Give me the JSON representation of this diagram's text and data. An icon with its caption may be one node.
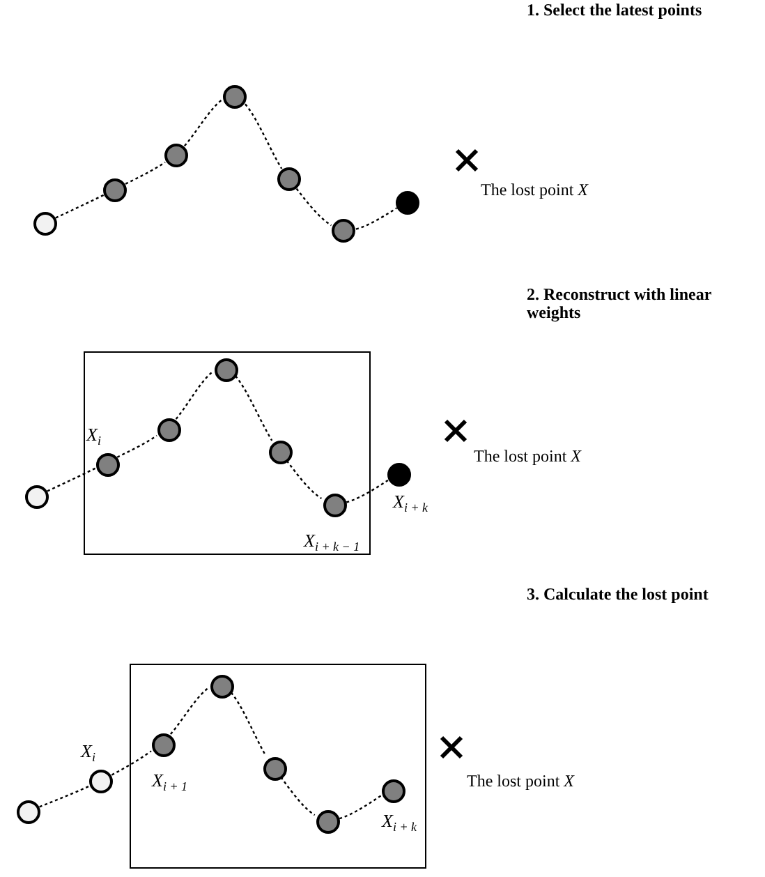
{
  "diagram": {
    "nodes": [
      {
        "text": [],
        "shape": "circle"
      },
      {
        "text": [],
        "shape": "circle"
      },
      {
        "text": [],
        "shape": "circle"
      },
      {
        "text": [],
        "shape": "circle"
      },
      {
        "text": [],
        "shape": "circle"
      },
      {
        "text": [],
        "shape": "circle"
      },
      {
        "text": [],
        "shape": "circle"
      },
      {
        "text": [],
        "shape": "box"
      },
      {
        "text": [],
        "shape": "circle"
      },
      {
        "text": [],
        "shape": "circle",
        "in": 7,
        "beside": [
          "*X*$_{i}$"
        ]
      },
      {
        "text": [],
        "shape": "circle",
        "in": 7
      },
      {
        "text": [],
        "shape": "circle",
        "in": 7
      },
      {
        "text": [],
        "shape": "circle",
        "in": 7
      },
      {
        "text": [],
        "shape": "circle",
        "in": 7,
        "beside": [
          "*X*$_{i + k − 1}$"
        ]
      },
      {
        "text": [],
        "shape": "circle",
        "beside": [
          "*X*$_{i + k}$"
        ]
      },
      {
        "text": [],
        "shape": "box"
      },
      {
        "text": [],
        "shape": "circle"
      },
      {
        "text": [],
        "shape": "circle",
        "beside": [
          "*X*$_{i}$"
        ]
      },
      {
        "text": [],
        "shape": "circle",
        "in": 15,
        "beside": [
          "*X*$_{i + 1}$"
        ]
      },
      {
        "text": [],
        "shape": "circle",
        "in": 15
      },
      {
        "text": [],
        "shape": "circle",
        "in": 15
      },
      {
        "text": [],
        "shape": "circle",
        "in": 15
      },
      {
        "text": [],
        "shape": "circle",
        "in": 15,
        "beside": [
          "*X*$_{i + k}$"
        ]
      }
    ],
    "edges": [
      {
        "from": 0,
        "to": 1,
        "arrow": "none",
        "style": "dashed"
      },
      {
        "from": 1,
        "to": 2,
        "arrow": "none",
        "style": "dashed"
      },
      {
        "from": 2,
        "to": 3,
        "arrow": "none",
        "style": "dashed"
      },
      {
        "from": 3,
        "to": 4,
        "arrow": "none",
        "style": "dashed"
      },
      {
        "from": 4,
        "to": 5,
        "arrow": "none",
        "style": "dashed"
      },
      {
        "from": 5,
        "to": 6,
        "arrow": "none",
        "style": "dashed"
      },
      {
        "from": 8,
        "to": 9,
        "arrow": "none",
        "style": "dashed"
      },
      {
        "from": 9,
        "to": 10,
        "arrow": "none",
        "style": "dashed"
      },
      {
        "from": 10,
        "to": 11,
        "arrow": "none",
        "style": "dashed"
      },
      {
        "from": 11,
        "to": 12,
        "arrow": "none",
        "style": "dashed"
      },
      {
        "from": 12,
        "to": 13,
        "arrow": "none",
        "style": "dashed"
      },
      {
        "from": 13,
        "to": 14,
        "arrow": "none",
        "style": "dashed"
      },
      {
        "from": 16,
        "to": 17,
        "arrow": "none",
        "style": "dashed"
      },
      {
        "from": 17,
        "to": 18,
        "arrow": "none",
        "style": "dashed"
      },
      {
        "from": 18,
        "to": 19,
        "arrow": "none",
        "style": "dashed"
      },
      {
        "from": 19,
        "to": 20,
        "arrow": "none",
        "style": "dashed"
      },
      {
        "from": 20,
        "to": 21,
        "arrow": "none",
        "style": "dashed"
      },
      {
        "from": 21,
        "to": 22,
        "arrow": "none",
        "style": "dashed"
      }
    ],
    "labels": [
      "1. Select the latest points",
      "The lost point *X*",
      "2. Reconstruct with linear weights",
      "The lost point *X*",
      "3. Calculate the lost point",
      "The lost point *X*"
    ]
  }
}
